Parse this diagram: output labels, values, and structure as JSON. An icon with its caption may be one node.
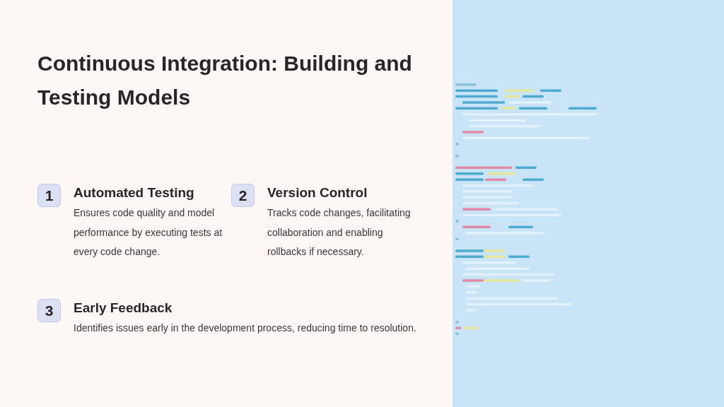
{
  "diagram": {
    "title": "Continuous Integration: Building and Testing Models",
    "nodes": [
      {
        "text": [
          "1"
        ],
        "beside": [
          "Automated Testing",
          "Ensures code quality and model performance by executing tests at every code change."
        ]
      },
      {
        "text": [
          "2"
        ],
        "beside": [
          "Version Control",
          "Tracks code changes, facilitating collaboration and enabling rollbacks if necessary."
        ]
      },
      {
        "text": [
          "3"
        ],
        "beside": [
          "Early Feedback",
          "Identifies issues early in the development process, reducing time to resolution."
        ]
      }
    ]
  }
}
